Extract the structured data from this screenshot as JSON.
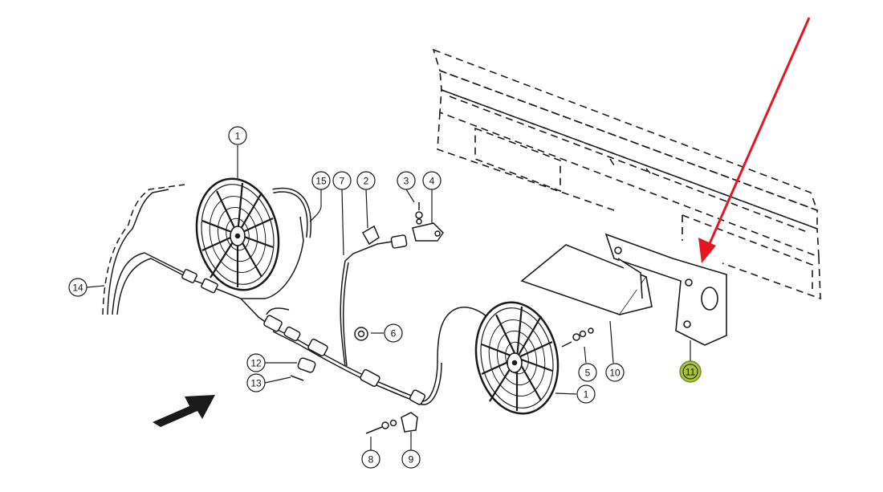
{
  "callouts": {
    "c1a": "1",
    "c1b": "1",
    "c2": "2",
    "c3": "3",
    "c4": "4",
    "c5": "5",
    "c6": "6",
    "c7": "7",
    "c8": "8",
    "c9": "9",
    "c10": "10",
    "c11": "11",
    "c12": "12",
    "c13": "13",
    "c14": "14",
    "c15": "15"
  },
  "colors": {
    "highlight_fill": "#a8c23c",
    "pointer_arrow": "#e5161f",
    "line": "#1a1a1a"
  }
}
